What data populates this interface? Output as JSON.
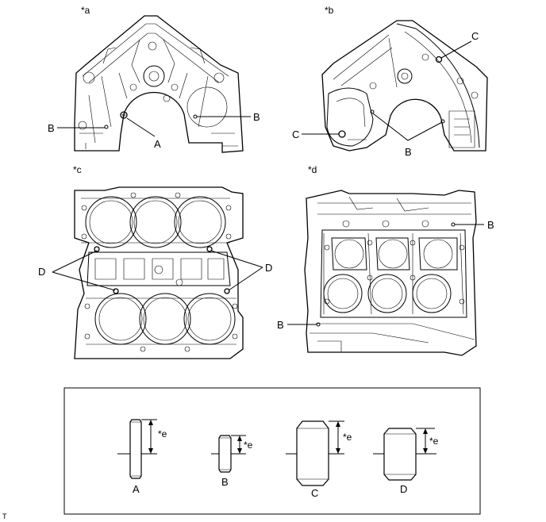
{
  "views": [
    {
      "id": "a",
      "label": "*a"
    },
    {
      "id": "b",
      "label": "*b"
    },
    {
      "id": "c",
      "label": "*c"
    },
    {
      "id": "d",
      "label": "*d"
    }
  ],
  "callouts": {
    "a_A": "A",
    "a_B_left": "B",
    "a_B_right": "B",
    "b_C_top": "C",
    "b_C_left": "C",
    "b_B": "B",
    "c_D_left": "D",
    "c_D_right": "D",
    "d_B_top": "B",
    "d_B_bottom": "B"
  },
  "pins": [
    {
      "id": "A",
      "label": "A",
      "dim_label": "*e"
    },
    {
      "id": "B",
      "label": "B",
      "dim_label": "*e"
    },
    {
      "id": "C",
      "label": "C",
      "dim_label": "*e"
    },
    {
      "id": "D",
      "label": "D",
      "dim_label": "*e"
    }
  ],
  "corner_mark": "T"
}
